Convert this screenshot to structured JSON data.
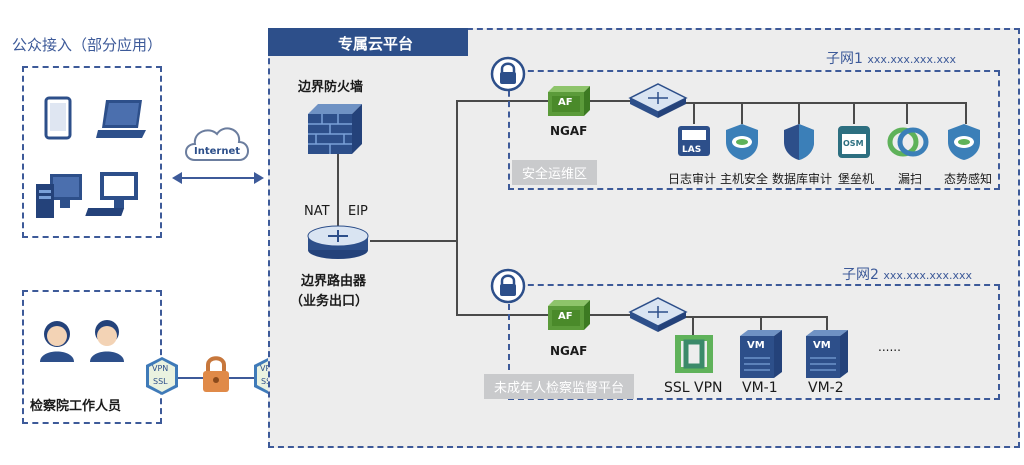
{
  "public_access": {
    "title": "公众接入（部分应用）"
  },
  "internet": {
    "label": "Internet"
  },
  "staff": {
    "label": "检察院工作人员"
  },
  "vpn_badge": {
    "top": "VPN",
    "bottom": "SSL"
  },
  "platform": {
    "title": "专属云平台"
  },
  "firewall": {
    "label": "边界防火墙"
  },
  "nat_eip": {
    "nat": "NAT",
    "eip": "EIP"
  },
  "router": {
    "line1": "边界路由器",
    "line2": "（业务出口）"
  },
  "subnet1": {
    "prefix": "子网1",
    "address": "xxx.xxx.xxx.xxx",
    "ngaf_label": "NGAF",
    "ngaf_badge": "AF",
    "zone": "安全运维区",
    "devices": [
      {
        "label": "日志审计",
        "icon_text": "LAS"
      },
      {
        "label": "主机安全",
        "icon_text": ""
      },
      {
        "label": "数据库审计",
        "icon_text": ""
      },
      {
        "label": "堡垒机",
        "icon_text": "OSM"
      },
      {
        "label": "漏扫",
        "icon_text": ""
      },
      {
        "label": "态势感知",
        "icon_text": ""
      }
    ]
  },
  "subnet2": {
    "prefix": "子网2",
    "address": "xxx.xxx.xxx.xxx",
    "ngaf_label": "NGAF",
    "ngaf_badge": "AF",
    "zone": "未成年人检察监督平台",
    "devices": [
      {
        "label": "SSL VPN",
        "icon_text": ""
      },
      {
        "label": "VM-1",
        "icon_text": "VM"
      },
      {
        "label": "VM-2",
        "icon_text": "VM"
      }
    ],
    "ellipsis": "......"
  },
  "colors": {
    "accent": "#3d5a99",
    "platform_bg": "#ededed",
    "zone_label_bg": "#c9cacc",
    "ngaf_green": "#5b9b3a"
  }
}
